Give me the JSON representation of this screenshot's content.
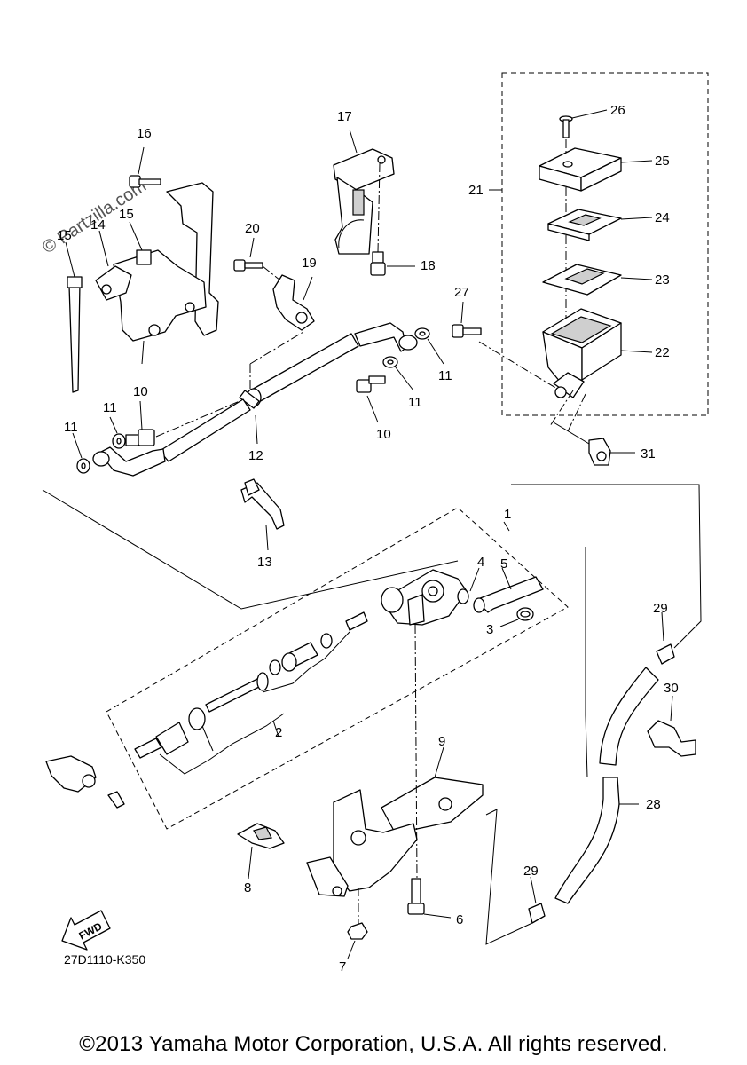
{
  "diagram": {
    "watermark": "© Partzilla.com",
    "fwd_label": "FWD",
    "part_code": "27D1110-K350",
    "copyright": "©2013 Yamaha Motor Corporation, U.S.A. All rights reserved.",
    "callouts": [
      "1",
      "2",
      "3",
      "4",
      "5",
      "6",
      "7",
      "8",
      "9",
      "10",
      "10",
      "11",
      "11",
      "11",
      "11",
      "12",
      "13",
      "14",
      "15",
      "15",
      "16",
      "17",
      "18",
      "19",
      "20",
      "21",
      "22",
      "23",
      "24",
      "25",
      "26",
      "27",
      "28",
      "29",
      "29",
      "30",
      "31"
    ]
  }
}
